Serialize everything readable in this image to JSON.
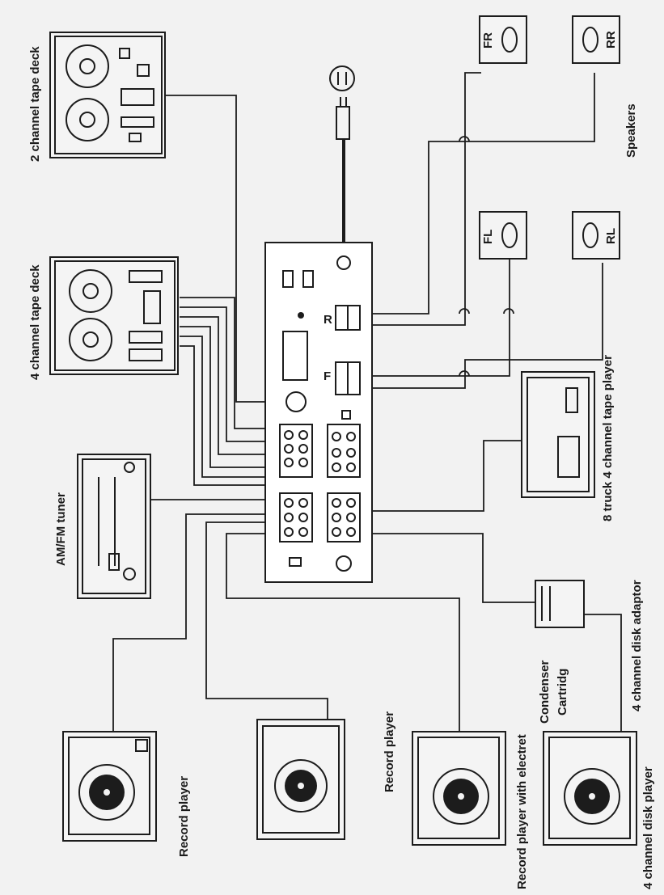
{
  "labels": {
    "tape2": "2 channel tape deck",
    "tape4": "4 channel tape deck",
    "tuner": "AM/FM tuner",
    "record_player_1": "Record player",
    "record_player_2": "Record player",
    "record_player_electret": "Record player with electret",
    "condenser": "Condenser",
    "cartridg": "Cartridg",
    "disk_player4": "4 channel disk player",
    "disk_adaptor4": "4 channel disk adaptor",
    "tape_player8": "8 truck 4 channel tape player",
    "speakers": "Speakers",
    "speaker_fr": "FR",
    "speaker_rr": "RR",
    "speaker_fl": "FL",
    "speaker_rl": "RL",
    "term_r": "R",
    "term_f": "F"
  },
  "colors": {
    "background": "#ffffff",
    "paper": "#f2f2f2",
    "ink": "#1c1c1c"
  }
}
